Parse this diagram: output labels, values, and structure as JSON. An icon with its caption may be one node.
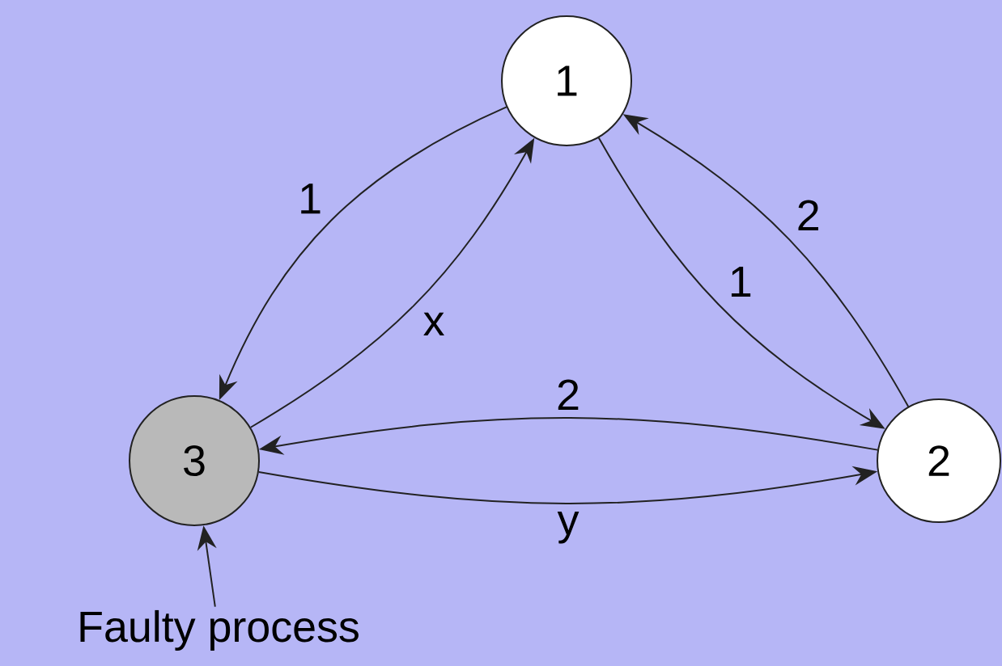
{
  "diagram": {
    "nodes": [
      {
        "text": [
          "1"
        ]
      },
      {
        "text": [
          "2"
        ]
      },
      {
        "text": [
          "3"
        ]
      },
      {
        "text": [
          "Faulty process"
        ]
      }
    ],
    "edges": [
      {
        "from": 0,
        "to": 2,
        "arrow": "to",
        "label": "1"
      },
      {
        "from": 2,
        "to": 0,
        "arrow": "to",
        "label": "x"
      },
      {
        "from": 0,
        "to": 1,
        "arrow": "to",
        "label": "1"
      },
      {
        "from": 1,
        "to": 0,
        "arrow": "to",
        "label": "2"
      },
      {
        "from": 1,
        "to": 2,
        "arrow": "to",
        "label": "2"
      },
      {
        "from": 2,
        "to": 1,
        "arrow": "to",
        "label": "y"
      },
      {
        "from": 3,
        "to": 2,
        "arrow": "to"
      }
    ]
  }
}
